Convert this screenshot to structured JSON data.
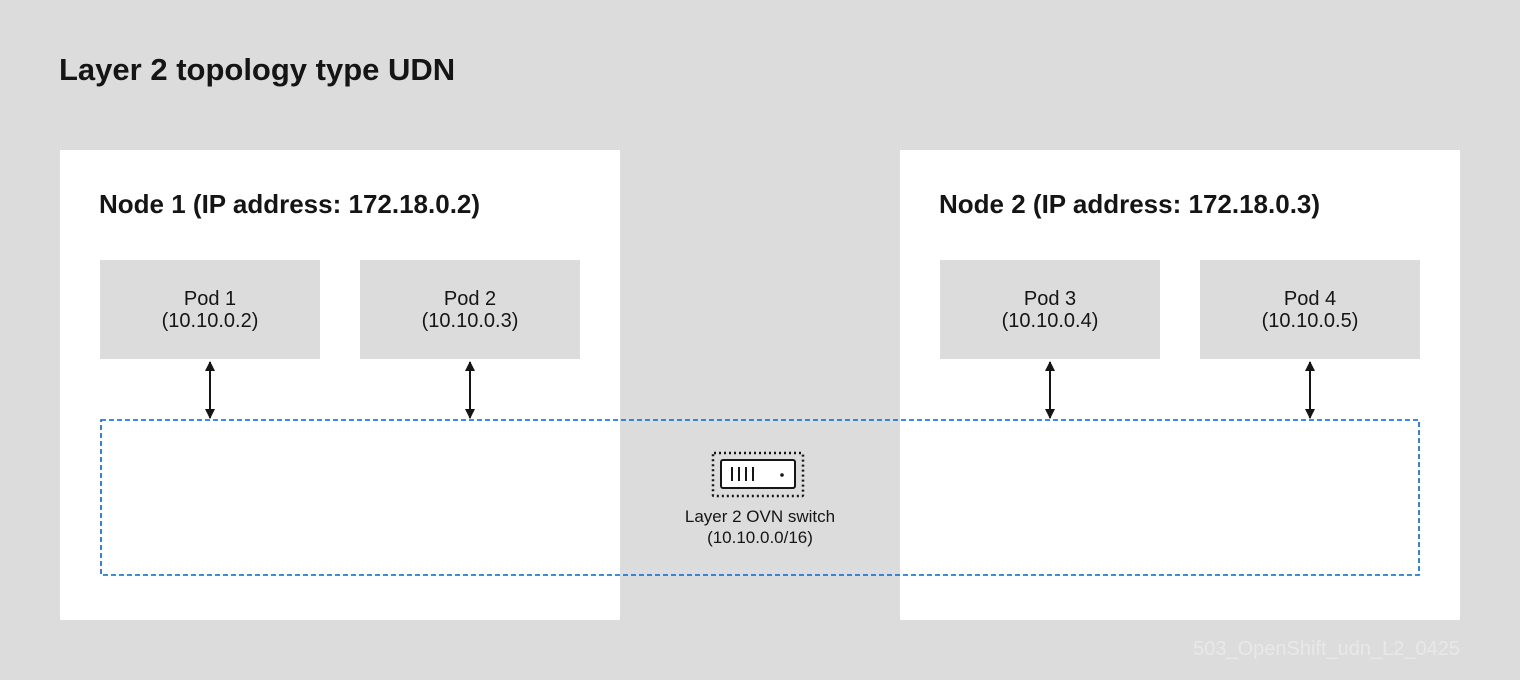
{
  "title": "Layer 2 topology type UDN",
  "nodes": [
    {
      "label": "Node 1 (IP address: 172.18.0.2)"
    },
    {
      "label": "Node 2 (IP address: 172.18.0.3)"
    }
  ],
  "pods": [
    {
      "name": "Pod 1",
      "ip": "(10.10.0.2)"
    },
    {
      "name": "Pod 2",
      "ip": "(10.10.0.3)"
    },
    {
      "name": "Pod 3",
      "ip": "(10.10.0.4)"
    },
    {
      "name": "Pod 4",
      "ip": "(10.10.0.5)"
    }
  ],
  "switch": {
    "name": "Layer 2 OVN switch",
    "cidr": "(10.10.0.0/16)",
    "icon": "network-switch-icon"
  },
  "watermark": "503_OpenShift_udn_L2_0425",
  "colors": {
    "background": "#dcdcdc",
    "node_fill": "#ffffff",
    "pod_fill": "#dcdcdc",
    "network_border": "#0066cc",
    "text": "#151515"
  }
}
